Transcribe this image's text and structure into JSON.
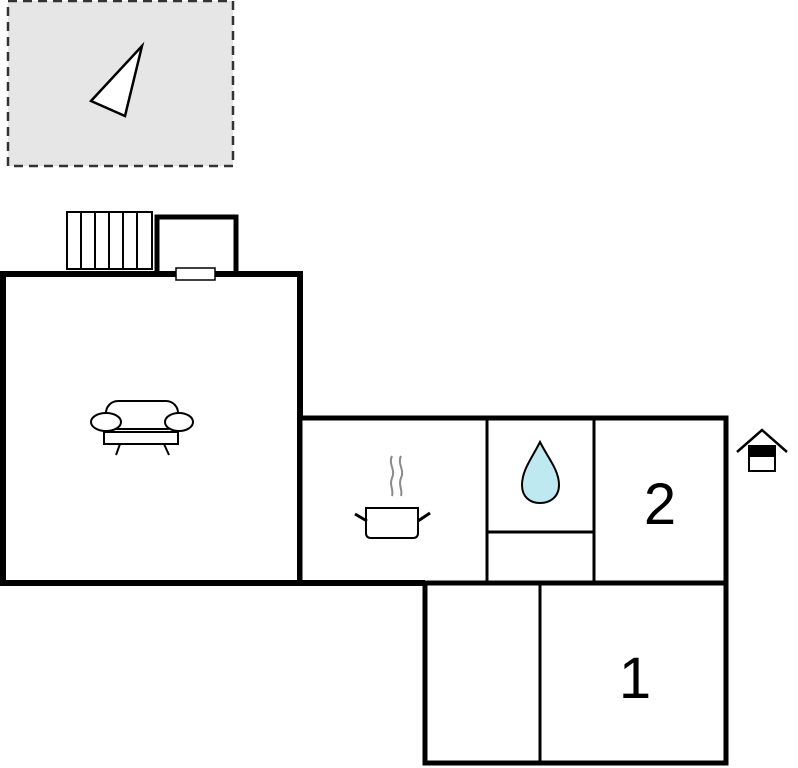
{
  "floor_plan": {
    "rooms": {
      "bedroom_2": {
        "label": "2"
      },
      "bedroom_1": {
        "label": "1"
      }
    },
    "icons": {
      "terrace": "dashed-area",
      "north_arrow": "compass-arrow-icon",
      "stairs": "stairs-icon",
      "door": "door-icon",
      "living_room": "sofa-icon",
      "kitchen": "cooking-pot-icon",
      "bathroom": "water-drop-icon",
      "entrance": "house-entrance-icon"
    },
    "colors": {
      "wall": "#000000",
      "terrace_fill": "#e6e6e6",
      "terrace_border": "#333333",
      "water_drop": "#bfe9f0",
      "steam": "#8a8a8a"
    }
  }
}
